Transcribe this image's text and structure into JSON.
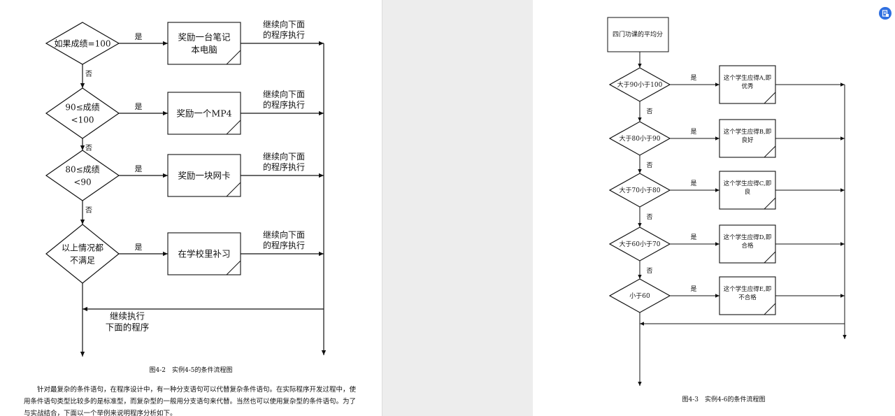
{
  "left": {
    "rows": [
      {
        "cond": [
          "如果成绩=100"
        ],
        "yes": "是",
        "reward": [
          "奖励一台笔记",
          "本电脑"
        ],
        "cont": [
          "继续向下面",
          "的程序执行"
        ]
      },
      {
        "cond": [
          "90≤成绩",
          "<100"
        ],
        "yes": "是",
        "reward": [
          "奖励一个MP4"
        ],
        "cont": [
          "继续向下面",
          "的程序执行"
        ]
      },
      {
        "cond": [
          "80≤成绩",
          "<90"
        ],
        "yes": "是",
        "reward": [
          "奖励一块网卡"
        ],
        "cont": [
          "继续向下面",
          "的程序执行"
        ]
      },
      {
        "cond": [
          "以上情况都",
          "不满足"
        ],
        "yes": "是",
        "reward": [
          "在学校里补习"
        ],
        "cont": [
          "继续向下面",
          "的程序执行"
        ]
      }
    ],
    "no_label": "否",
    "continue_label": [
      "继续执行",
      "下面的程序"
    ],
    "caption": "图4-2　实例4-5的条件流程图",
    "paragraph": "针对最复杂的条件语句，在程序设计中，有一种分支语句可以代替复杂条件语句。在实际程序开发过程中，使用条件语句类型比较多的是标准型，而复杂型的一般用分支语句来代替。当然也可以使用复杂型的条件语句。为了与实战结合，下面以一个举例来说明程序分析如下。"
  },
  "right": {
    "start_box": "四门功课的平均分",
    "rows": [
      {
        "cond": "大于90小于100",
        "yes": "是",
        "result": [
          "这个学生应得A,即",
          "优秀"
        ]
      },
      {
        "cond": "大于80小于90",
        "yes": "是",
        "result": [
          "这个学生应得B,即",
          "良好"
        ]
      },
      {
        "cond": "大于70小于80",
        "yes": "是",
        "result": [
          "这个学生应得C,即",
          "良"
        ]
      },
      {
        "cond": "大于60小于70",
        "yes": "是",
        "result": [
          "这个学生应得D,即",
          "合格"
        ]
      },
      {
        "cond": "小于60",
        "yes": "是",
        "result": [
          "这个学生应得E,即",
          "不合格"
        ]
      }
    ],
    "no_label": "否",
    "caption": "图4-3　实例4-6的条件流程图"
  },
  "toolbar": {
    "icon": "document-export-icon",
    "color": "#2f6fe0"
  }
}
